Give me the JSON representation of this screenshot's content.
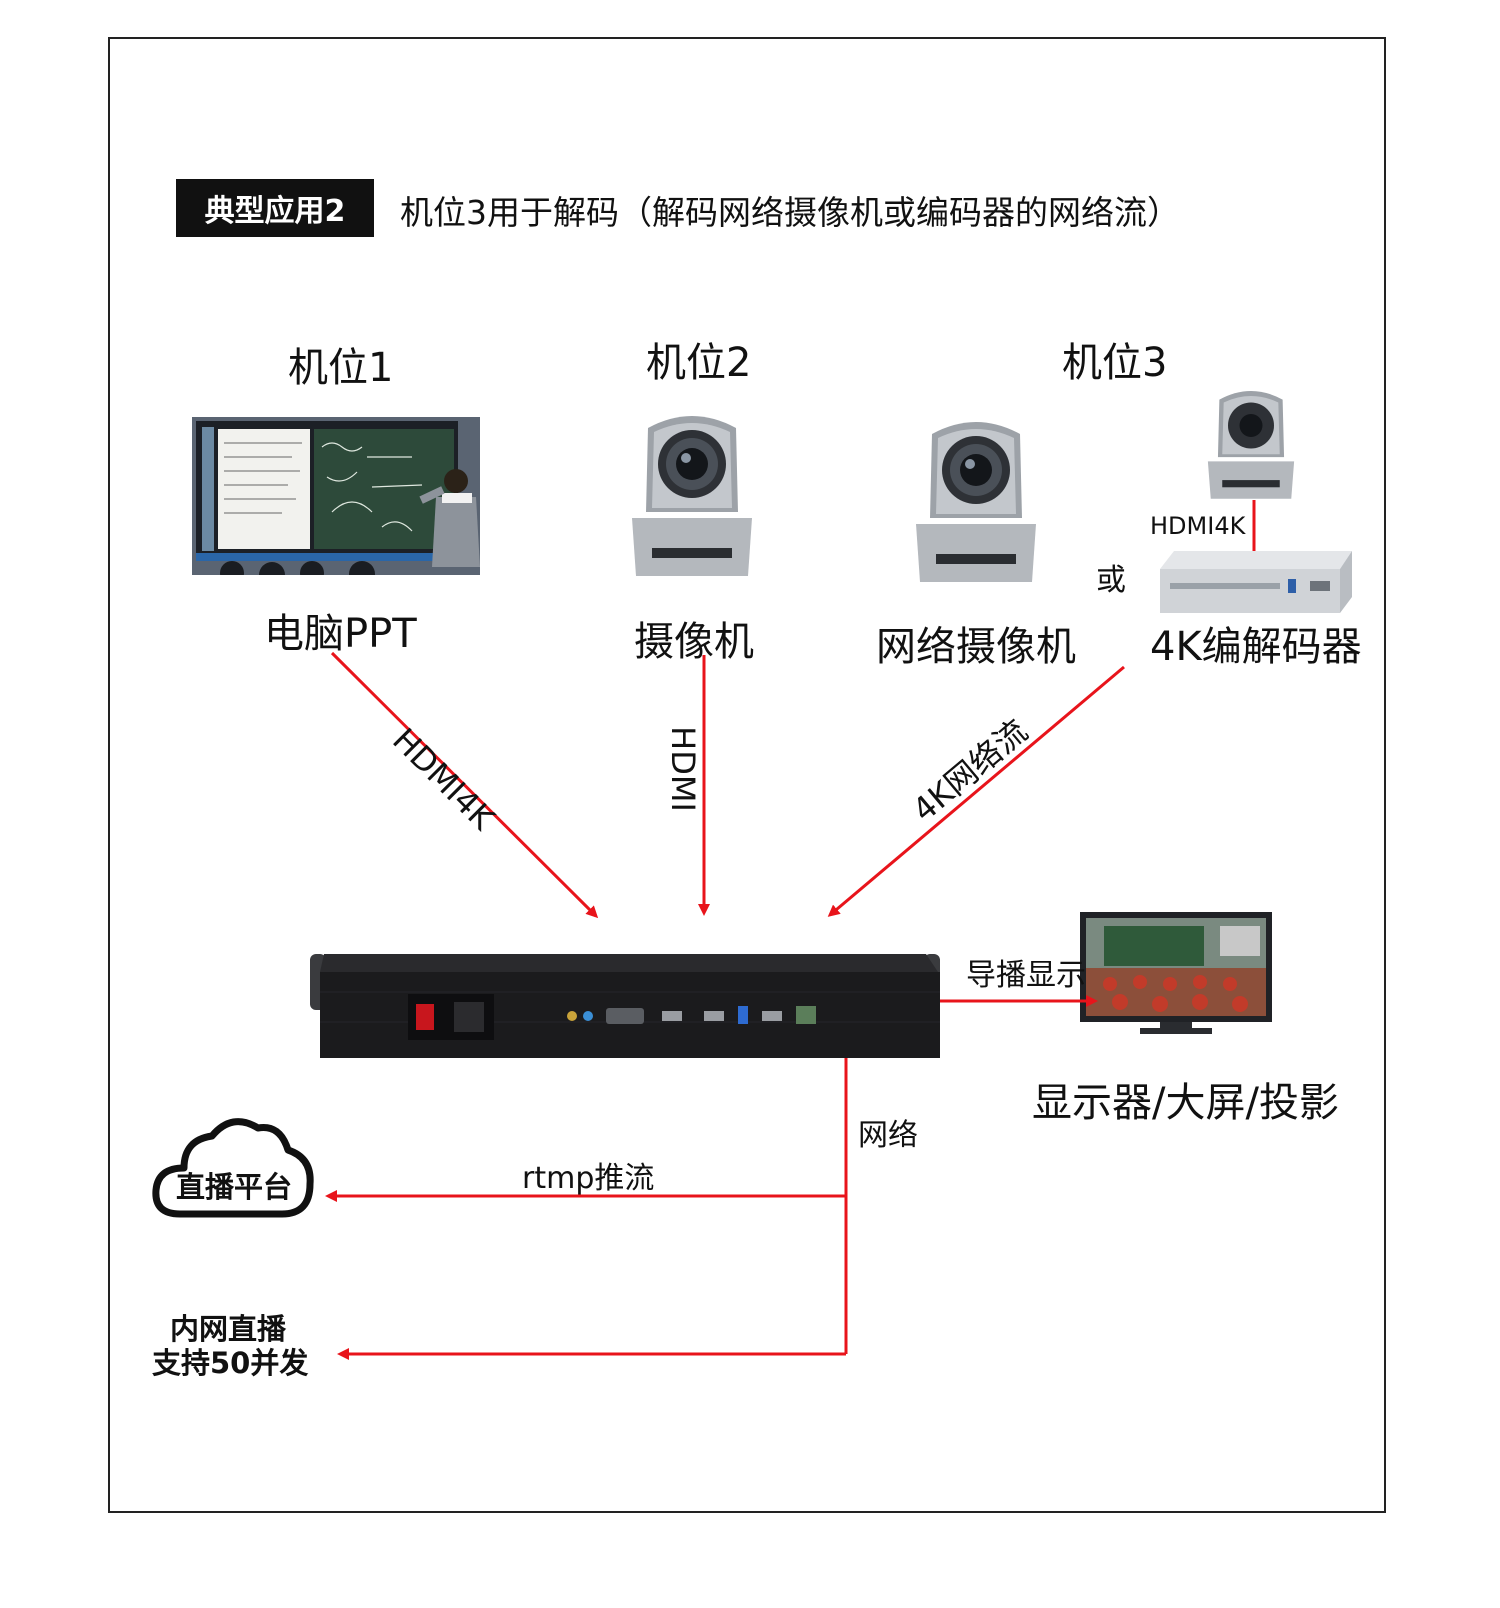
{
  "header": {
    "badge": "典型应用2",
    "title": "机位3用于解码（解码网络摄像机或编码器的网络流）"
  },
  "positions": {
    "pos1": "机位1",
    "pos2": "机位2",
    "pos3": "机位3"
  },
  "devices": {
    "pc_ppt": "电脑PPT",
    "camera": "摄像机",
    "ip_camera": "网络摄像机",
    "or_text": "或",
    "encoder_4k": "4K编解码器",
    "hdmi4k_small": "HDMI4K",
    "display": "显示器/大屏/投影",
    "cloud": "直播平台",
    "intranet_line1": "内网直播",
    "intranet_line2": "支持50并发"
  },
  "links": {
    "hdmi4k": "HDMI4K",
    "hdmi": "HDMI",
    "net4k": "4K网络流",
    "director_display": "导播显示",
    "network": "网络",
    "rtmp": "rtmp推流"
  },
  "colors": {
    "arrow": "#e8141b",
    "badge_bg": "#111111",
    "device_body": "#1b1b1d"
  }
}
